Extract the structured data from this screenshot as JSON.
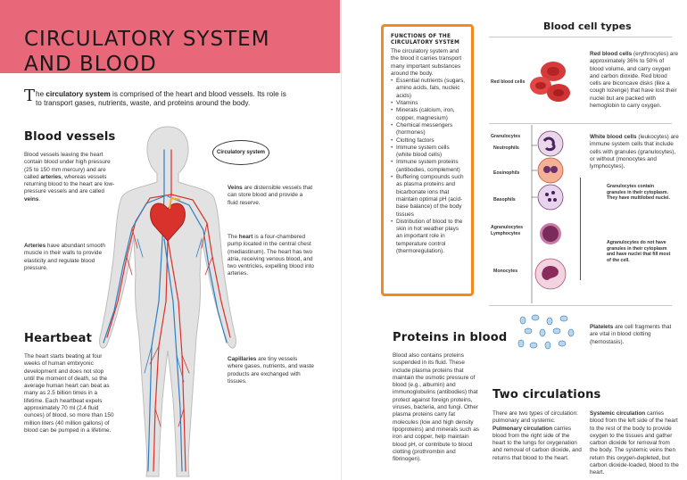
{
  "title": {
    "line1": "CIRCULATORY SYSTEM",
    "line2": "AND BLOOD"
  },
  "intro": {
    "dropcap": "T",
    "pre": "he ",
    "bold": "circulatory system",
    "rest": " is comprised of the heart and blood vessels. Its role is to transport gases, nutrients, waste, and proteins around the body."
  },
  "blood_vessels": {
    "heading": "Blood vessels",
    "t1": "Blood vessels leaving the heart contain blood under high pressure (25 to 150 mm mercury) and are called ",
    "b1": "arteries",
    "t2": ", whereas vessels returning blood to the heart are low-pressure vessels and are called ",
    "b2": "veins",
    "t3": "."
  },
  "bubble": "Circulatory system",
  "veins_note": {
    "bold": "Veins",
    "text": " are distensible vessels that can store blood and provide a fluid reserve."
  },
  "heart_note": {
    "pre": "The ",
    "bold": "heart",
    "text": " is a four-chambered pump located in the central chest (mediastinum). The heart has two atria, receiving venous blood, and two ventricles, expelling blood into arteries."
  },
  "arteries_note": {
    "bold": "Arteries",
    "text": " have abundant smooth muscle in their walls to provide elasticity and regulate blood pressure."
  },
  "capillaries_note": {
    "bold": "Capillaries",
    "text": " are tiny vessels where gases, nutrients, and waste products are exchanged with tissues."
  },
  "heartbeat": {
    "heading": "Heartbeat",
    "text": "The heart starts beating at four weeks of human embryonic development and does not stop until the moment of death, so the average human heart can beat as many as 2.5 billion times in a lifetime. Each heartbeat expels approximately 70 ml (2.4 fluid ounces) of blood, so more than 150 million liters (40 million gallons) of blood can be pumped in a lifetime."
  },
  "functions": {
    "heading": "FUNCTIONS OF THE CIRCULATORY SYSTEM",
    "intro": "The circulatory system and the blood it carries transport many important substances around the body.",
    "items": [
      "Essential nutrients (sugars, amino acids, fats, nucleic acids)",
      "Vitamins",
      "Minerals (calcium, iron, copper, magnesium)",
      "Chemical messengers (hormones)",
      "Clotting factors",
      "Immune system cells (white blood cells)",
      "Immune system proteins (antibodies, complement)",
      "Buffering compounds such as plasma proteins and bicarbonate ions that maintain optimal pH (acid-base balance) of the body tissues",
      "Distribution of blood to the skin in hot weather plays an important role in temperature control (thermoregulation)."
    ]
  },
  "blood_cell_types": {
    "heading": "Blood cell types",
    "red_label": "Red blood cells",
    "red_bold": "Red blood cells",
    "red_text": " (erythrocytes) are approximately 36% to 50% of blood volume, and carry oxygen and carbon dioxide. Red blood cells are biconcave disks (like a cough lozenge) that have lost their nuclei but are packed with hemoglobin to carry oxygen.",
    "granulocytes": "Granulocytes",
    "neutrophils": "Neutrophils",
    "eosinophils": "Eosinophils",
    "basophils": "Basophils",
    "agranulocytes": "Agranulocytes",
    "lymphocytes": "Lymphocytes",
    "monocytes": "Monocytes",
    "white_bold": "White blood cells",
    "white_text": " (leukocytes) are immune system cells that include cells with granules (granulocytes), or without (monocytes and lymphocytes).",
    "gran_note": "Granulocytes contain granules in their cytoplasm. They have multilobed nuclei.",
    "agran_note": "Agranulocytes do not have granules in their cytoplasm and have nuclei that fill most of the cell.",
    "platelets_bold": "Platelets",
    "platelets_text": " are cell fragments that are vital in blood clotting (hemostasis)."
  },
  "proteins": {
    "heading": "Proteins in blood",
    "text": "Blood also contains proteins suspended in its fluid. These include plasma proteins that maintain the osmotic pressure of blood (e.g., albumin) and immunoglobulins (antibodies) that protect against foreign proteins, viruses, bacteria, and fungi. Other plasma proteins carry fat molecules (low and high density lipoproteins) and minerals such as iron and copper, help maintain blood pH, or contribute to blood clotting (prothrombin and fibrinogen)."
  },
  "two_circulations": {
    "heading": "Two circulations",
    "p1_text": "There are two types of circulation: pulmonary and systemic. ",
    "p1_bold": "Pulmonary circulation",
    "p1_rest": " carries blood from the right side of the heart to the lungs for oxygenation and removal of carbon dioxide, and returns that blood to the heart.",
    "p2_bold": "Systemic circulation",
    "p2_rest": " carries blood from the left side of the heart to the rest of the body to provide oxygen to the tissues and gather carbon dioxide for removal from the body. The systemic veins then return this oxygen-depleted, but carbon dioxide-loaded, blood to the heart."
  },
  "colors": {
    "banner": "#e8687a",
    "box_border": "#f28a1e",
    "artery": "#d9312b",
    "vein": "#2f7fc1"
  }
}
